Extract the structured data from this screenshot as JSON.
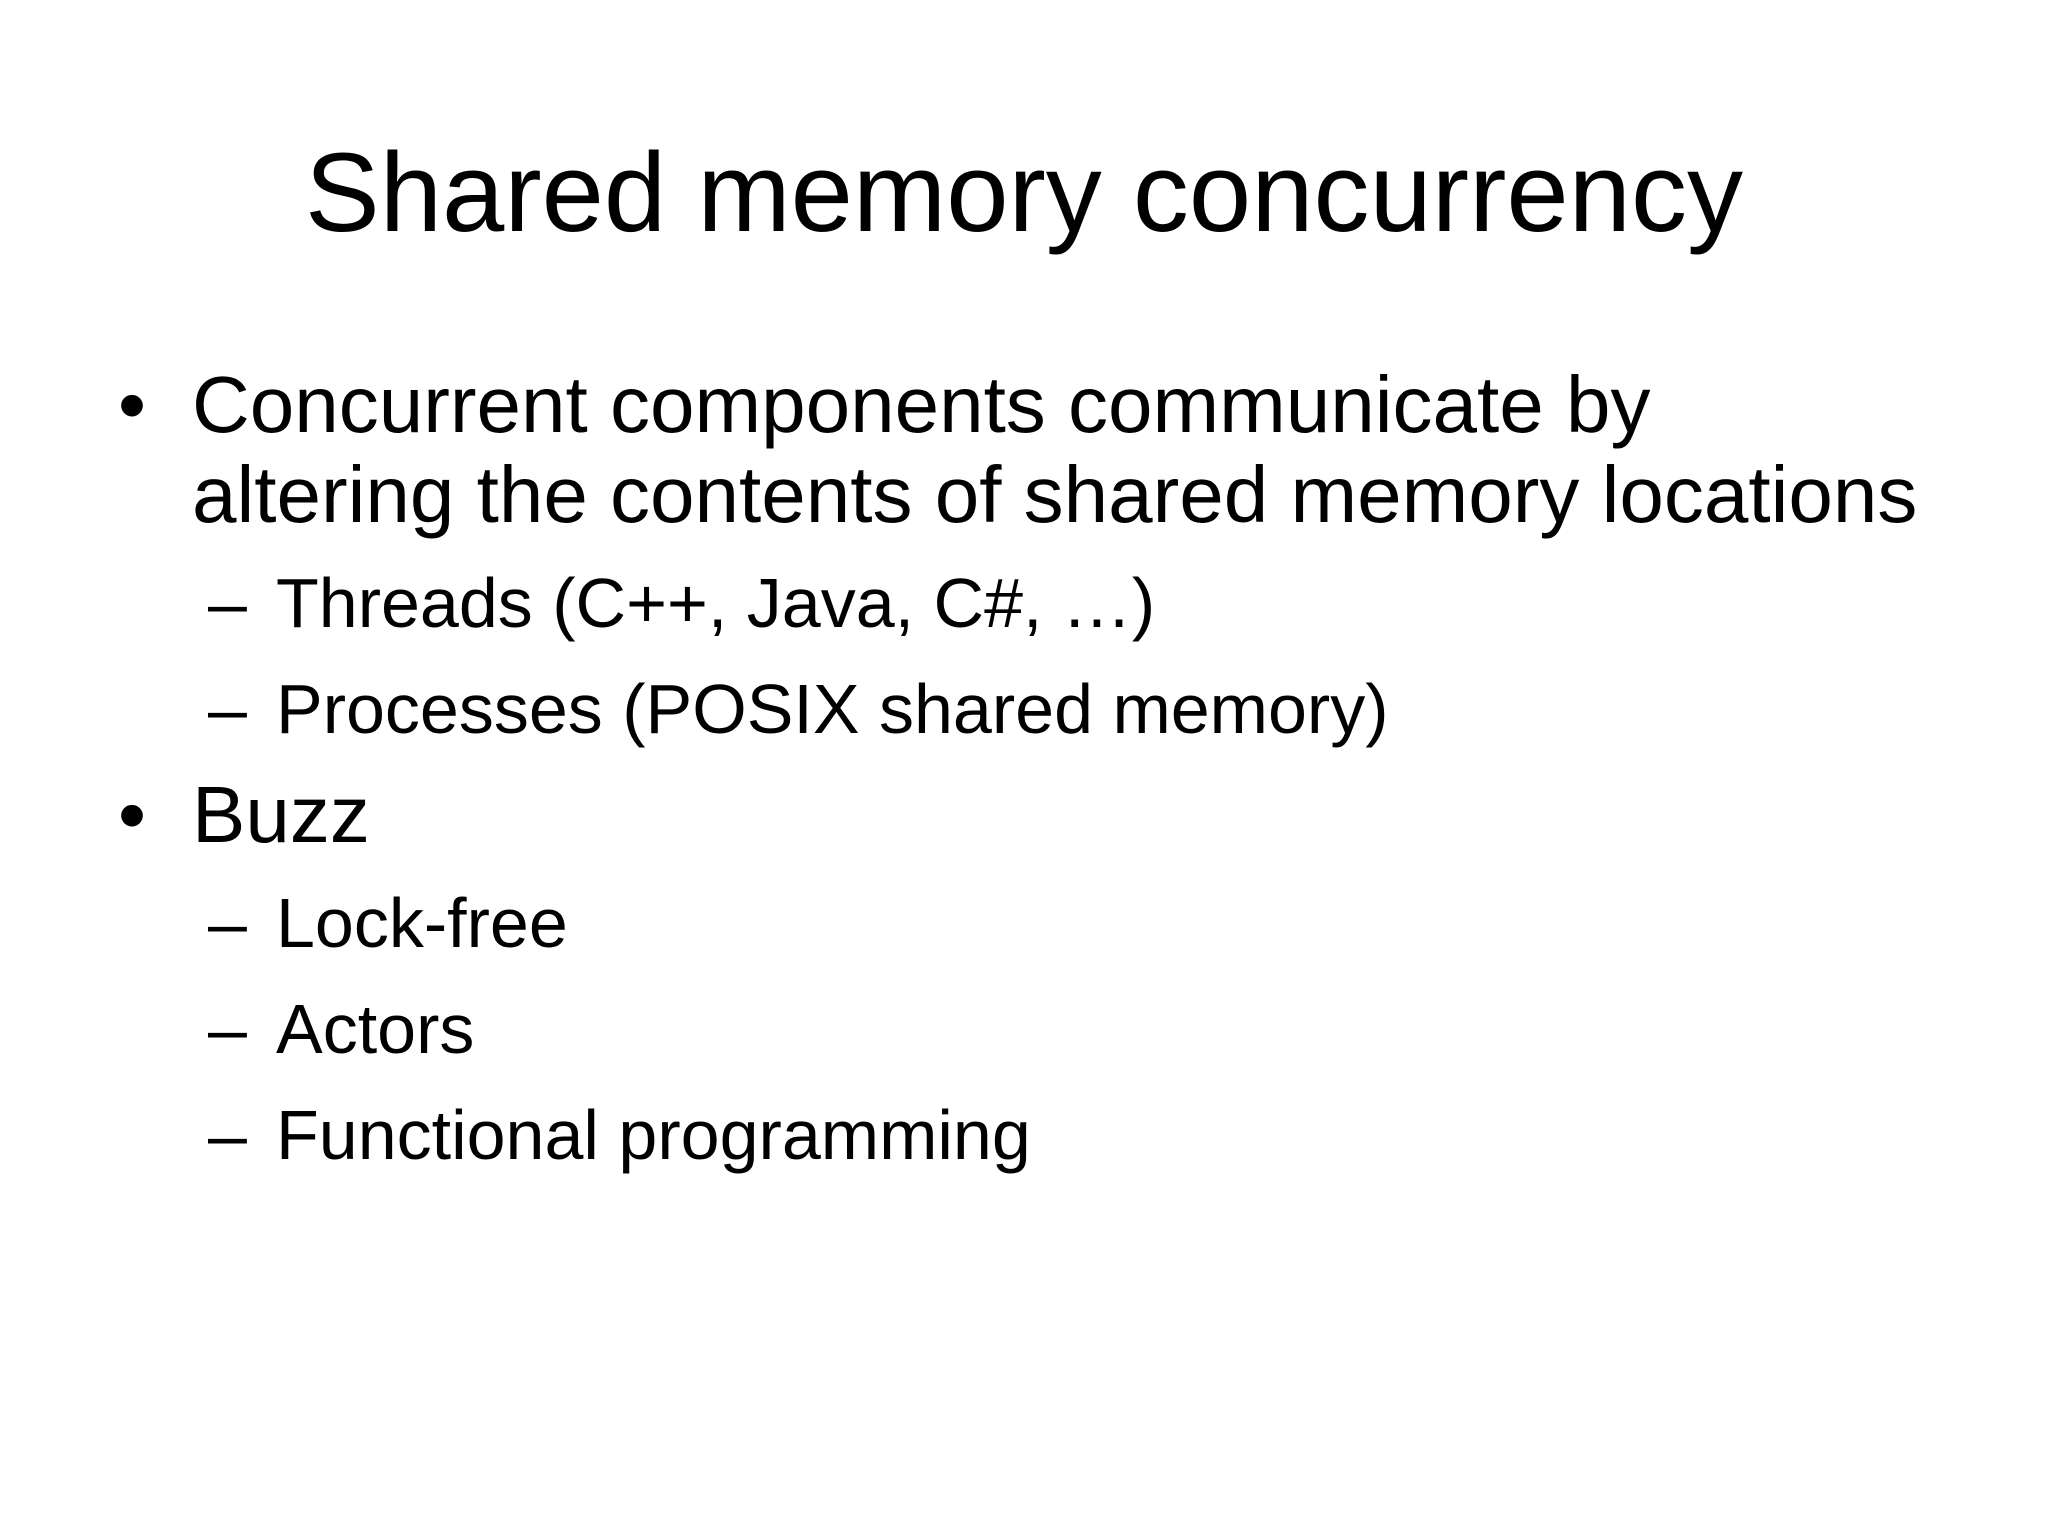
{
  "slide": {
    "title": "Shared memory concurrency",
    "bullets": [
      {
        "marker": "•",
        "lines": [
          "Concurrent components communicate by",
          "altering the contents of shared memory locations"
        ],
        "subitems": [
          {
            "marker": "–",
            "text": "Threads (C++, Java, C#, …)"
          },
          {
            "marker": "–",
            "text": "Processes (POSIX shared memory)"
          }
        ]
      },
      {
        "marker": "•",
        "lines": [
          "Buzz"
        ],
        "subitems": [
          {
            "marker": "–",
            "text": "Lock-free"
          },
          {
            "marker": "–",
            "text": "Actors"
          },
          {
            "marker": "–",
            "text": "Functional programming"
          }
        ]
      }
    ]
  }
}
